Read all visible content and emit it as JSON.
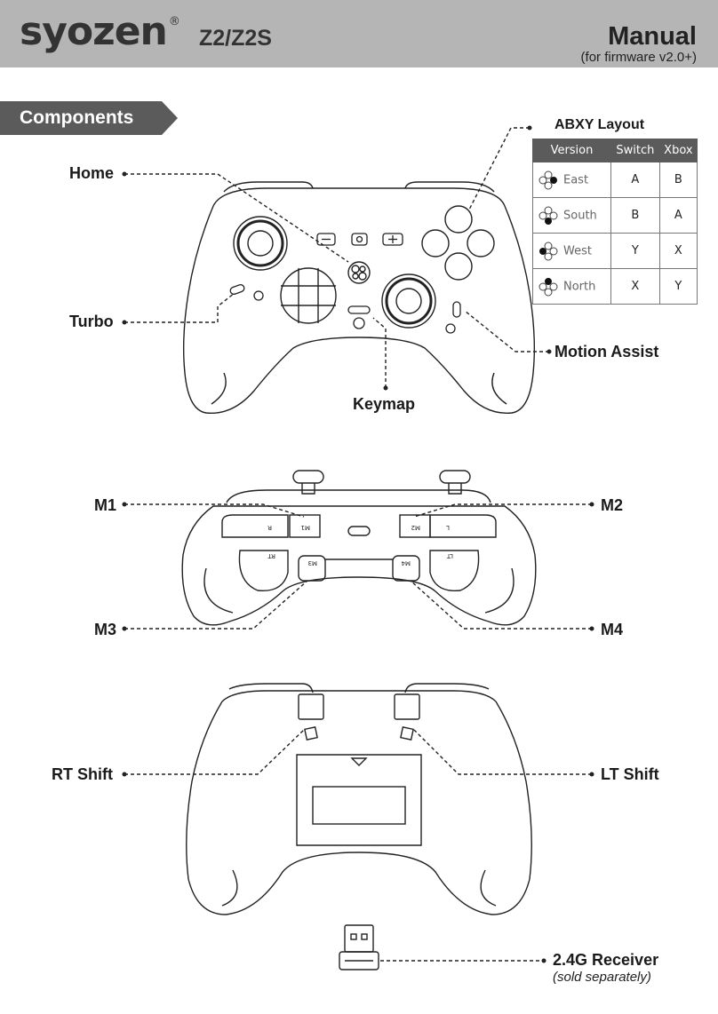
{
  "header": {
    "brand": "syozen",
    "brand_mark": "®",
    "model": "Z2/Z2S",
    "title": "Manual",
    "firmware": "(for firmware v2.0+)"
  },
  "section": {
    "title": "Components"
  },
  "front_labels": {
    "home": "Home",
    "turbo": "Turbo",
    "keymap": "Keymap",
    "motion_assist": "Motion Assist"
  },
  "abxy": {
    "title": "ABXY Layout",
    "headers": [
      "Version",
      "Switch",
      "Xbox"
    ],
    "rows": [
      {
        "version": "East",
        "switch": "A",
        "xbox": "B"
      },
      {
        "version": "South",
        "switch": "B",
        "xbox": "A"
      },
      {
        "version": "West",
        "switch": "Y",
        "xbox": "X"
      },
      {
        "version": "North",
        "switch": "X",
        "xbox": "Y"
      }
    ]
  },
  "top_labels": {
    "m1": "M1",
    "m2": "M2",
    "m3": "M3",
    "m4": "M4",
    "btn_r": "R",
    "btn_m1": "M1",
    "btn_m2": "M2",
    "btn_l": "L",
    "btn_rt": "RT",
    "btn_m3": "M3",
    "btn_m4": "M4",
    "btn_lt": "LT"
  },
  "back_labels": {
    "rt_shift": "RT Shift",
    "lt_shift": "LT Shift",
    "receiver": "2.4G Receiver",
    "receiver_note": "(sold separately)"
  }
}
